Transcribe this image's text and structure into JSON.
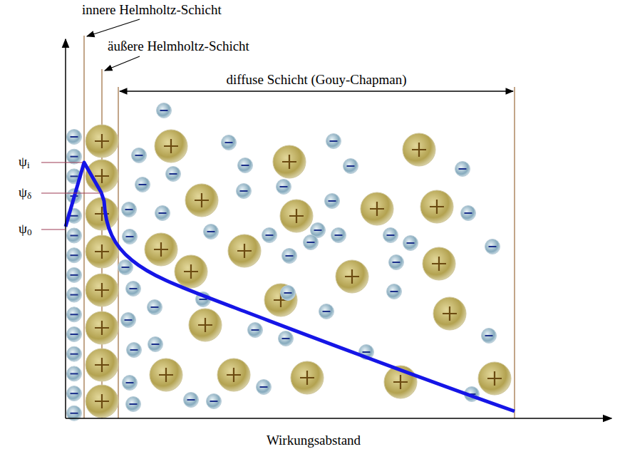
{
  "diagram": {
    "labels": [
      "innere Helmholtz-Schicht",
      "äußere Helmholtz-Schicht",
      "diffuse Schicht (Gouy-Chapman)",
      "ψi",
      "ψδ",
      "ψ0",
      "Wirkungsabstand"
    ]
  }
}
